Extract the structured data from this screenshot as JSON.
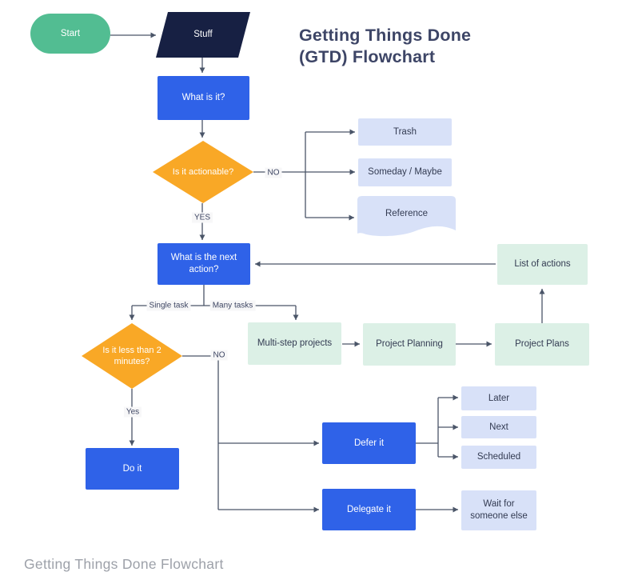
{
  "title": {
    "line1": "Getting Things Done",
    "line2": "(GTD) Flowchart"
  },
  "caption": "Getting Things Done Flowchart",
  "colors": {
    "start_green": "#52BD92",
    "stuff_navy": "#172043",
    "process_blue": "#2F62E8",
    "decision_orange": "#F9A826",
    "outcome_lavender": "#D8E1F8",
    "project_mint": "#DCF0E6",
    "connector": "#4A5568",
    "dark_text": "#333B52",
    "title_text": "#3D4566",
    "caption_text": "#9DA1A9"
  },
  "nodes": {
    "start": "Start",
    "stuff": "Stuff",
    "what_is_it": "What is it?",
    "is_it_actionable": "Is it actionable?",
    "trash": "Trash",
    "someday_maybe": "Someday / Maybe",
    "reference": "Reference",
    "what_next_action": "What is the next action?",
    "list_of_actions": "List of actions",
    "less_than_2_min": "Is it less than 2 minutes?",
    "multi_step_projects": "Multi-step projects",
    "project_planning": "Project Planning",
    "project_plans": "Project Plans",
    "do_it": "Do it",
    "defer_it": "Defer it",
    "later": "Later",
    "next": "Next",
    "scheduled": "Scheduled",
    "delegate_it": "Delegate it",
    "wait_for_someone": "Wait for someone else"
  },
  "edge_labels": {
    "no1": "NO",
    "yes1": "YES",
    "single_task": "Single task",
    "many_tasks": "Many tasks",
    "no2": "NO",
    "yes2": "Yes"
  }
}
